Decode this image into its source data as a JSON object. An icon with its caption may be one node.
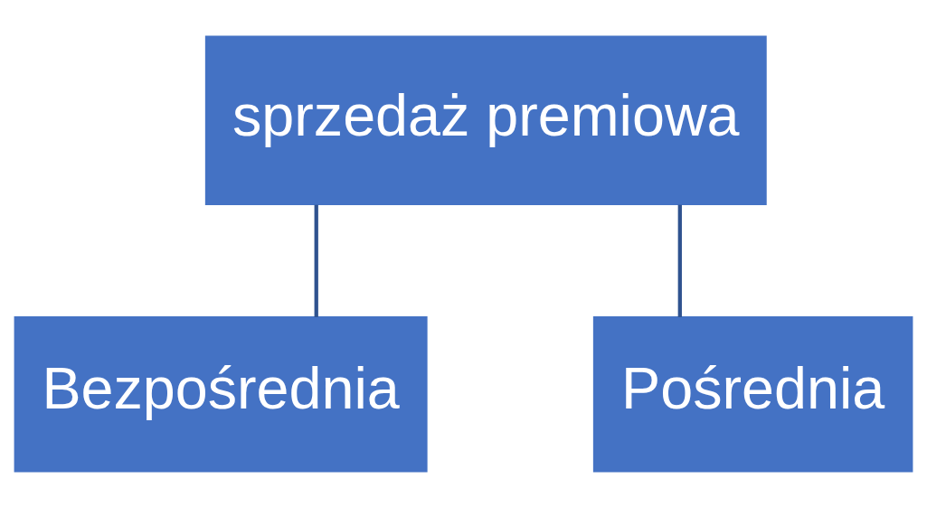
{
  "diagram": {
    "nodes": [
      {
        "text": [
          "sprzedaż premiowa"
        ]
      },
      {
        "text": [
          "Bezpośrednia"
        ]
      },
      {
        "text": [
          "Pośrednia"
        ]
      }
    ],
    "edges": [
      {
        "from": 0,
        "to": 1,
        "arrow": "none"
      },
      {
        "from": 0,
        "to": 2,
        "arrow": "none"
      }
    ]
  }
}
